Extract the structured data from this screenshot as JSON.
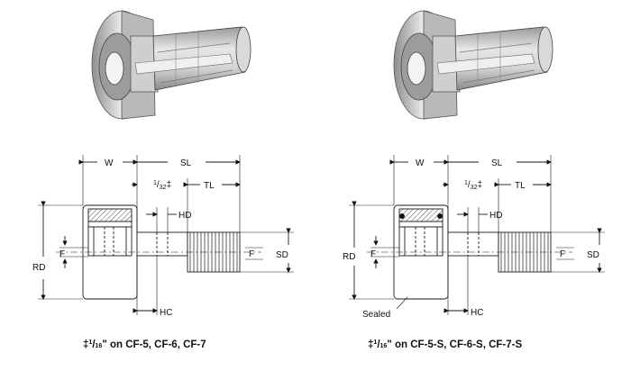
{
  "left_figure": {
    "labels": {
      "w": "W",
      "sl": "SL",
      "tol_num": "1",
      "tol_den": "32",
      "tol_mark": "‡",
      "tl": "TL",
      "hd": "HD",
      "rd": "RD",
      "f_left": "F",
      "f_right": "F",
      "sd": "SD",
      "hc": "HC"
    },
    "caption": {
      "mark": "‡",
      "num": "1",
      "den": "16",
      "text": "\" on CF-5, CF-6, CF-7"
    }
  },
  "right_figure": {
    "labels": {
      "w": "W",
      "sl": "SL",
      "tol_num": "1",
      "tol_den": "32",
      "tol_mark": "‡",
      "tl": "TL",
      "hd": "HD",
      "rd": "RD",
      "f_left": "F",
      "f_right": "F",
      "sd": "SD",
      "hc": "HC",
      "sealed": "Sealed"
    },
    "caption": {
      "mark": "‡",
      "num": "1",
      "den": "16",
      "text": "\" on CF-5-S, CF-6-S, CF-7-S"
    }
  },
  "colors": {
    "line": "#1a1a1a",
    "metal_light": "#e4e4e4",
    "metal_mid": "#bdbdbd",
    "metal_dark": "#7a7a7a"
  }
}
